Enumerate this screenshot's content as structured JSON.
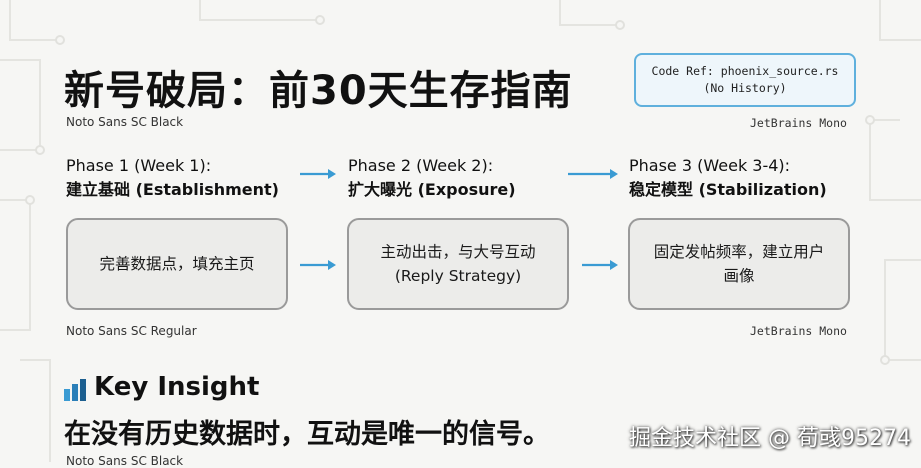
{
  "title": "新号破局：前30天生存指南",
  "title_font_caption": "Noto Sans SC Black",
  "code_ref": {
    "line1": "Code Ref: phoenix_source.rs",
    "line2": "(No History)"
  },
  "code_font_caption": "JetBrains Mono",
  "phases": [
    {
      "line1": "Phase 1 (Week 1):",
      "line2": "建立基础 (Establishment)",
      "box": "完善数据点，填充主页"
    },
    {
      "line1": "Phase 2 (Week 2):",
      "line2": "扩大曝光 (Exposure)",
      "box": "主动出击，与大号互动 (Reply Strategy)"
    },
    {
      "line1": "Phase 3 (Week 3-4):",
      "line2": "稳定模型 (Stabilization)",
      "box": "固定发帖频率，建立用户画像"
    }
  ],
  "body_font_caption": "Noto Sans SC Regular",
  "mono_font_caption": "JetBrains Mono",
  "insight": {
    "title": "Key Insight",
    "text": "在没有历史数据时，互动是唯一的信号。",
    "font_caption": "Noto Sans SC Black"
  },
  "watermark": "掘金技术社区 @ 荀彧95274",
  "colors": {
    "accent": "#3a9bd3",
    "code_border": "#5fb0dd",
    "box_border": "#9a9a9a"
  }
}
